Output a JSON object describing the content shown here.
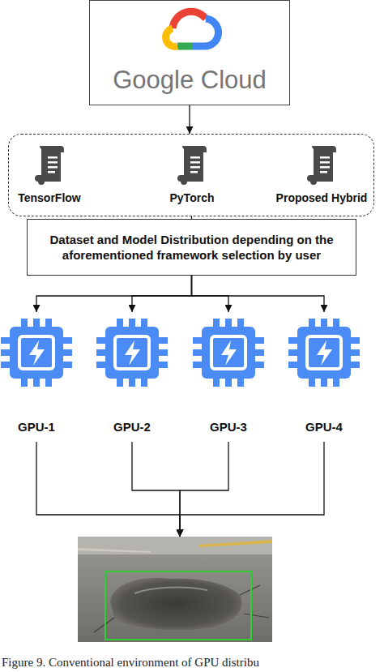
{
  "diagram": {
    "caption": "Figure 9. Conventional environment of GPU distribu",
    "nodes": [
      {
        "text": [
          "Google Cloud"
        ]
      },
      {
        "text": []
      },
      {
        "text": [
          "TensorFlow"
        ],
        "in": 1
      },
      {
        "text": [
          "PyTorch"
        ],
        "in": 1
      },
      {
        "text": [
          "Proposed Hybrid"
        ],
        "in": 1
      },
      {
        "text": [
          "Dataset and Model Distribution depending on the aforementioned framework selection by user"
        ]
      },
      {
        "text": [
          "GPU-1"
        ]
      },
      {
        "text": [
          "GPU-2"
        ]
      },
      {
        "text": [
          "GPU-3"
        ]
      },
      {
        "text": [
          "GPU-4"
        ]
      },
      {
        "text": []
      }
    ],
    "edges": [
      {
        "from": 0,
        "to": 1,
        "arrow": "to"
      },
      {
        "from": 1,
        "to": 5,
        "arrow": "none"
      },
      {
        "from": 5,
        "to": 6,
        "arrow": "to"
      },
      {
        "from": 5,
        "to": 7,
        "arrow": "to"
      },
      {
        "from": 5,
        "to": 8,
        "arrow": "to"
      },
      {
        "from": 5,
        "to": 9,
        "arrow": "to"
      },
      {
        "from": 6,
        "to": 10,
        "arrow": "to"
      },
      {
        "from": 7,
        "to": 10,
        "arrow": "to"
      },
      {
        "from": 8,
        "to": 10,
        "arrow": "to"
      },
      {
        "from": 9,
        "to": 10,
        "arrow": "to"
      }
    ]
  }
}
